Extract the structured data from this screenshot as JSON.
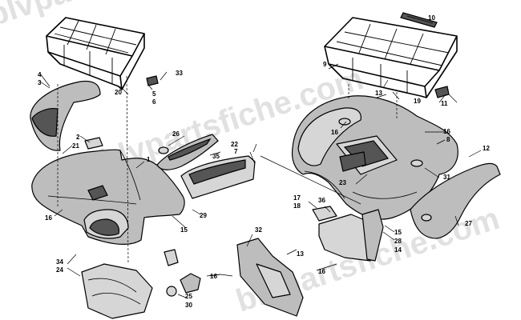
{
  "watermark": "blvpartsfiche.com",
  "callouts": [
    {
      "id": "c1",
      "text": "1"
    },
    {
      "id": "c2",
      "text": "2"
    },
    {
      "id": "c3",
      "text": "3"
    },
    {
      "id": "c4",
      "text": "4"
    },
    {
      "id": "c5",
      "text": "5"
    },
    {
      "id": "c6",
      "text": "6"
    },
    {
      "id": "c7",
      "text": "7"
    },
    {
      "id": "c8",
      "text": "8"
    },
    {
      "id": "c9",
      "text": "9"
    },
    {
      "id": "c10",
      "text": "10"
    },
    {
      "id": "c11",
      "text": "11"
    },
    {
      "id": "c12",
      "text": "12"
    },
    {
      "id": "c13",
      "text": "13"
    },
    {
      "id": "c14",
      "text": "14"
    },
    {
      "id": "c15",
      "text": "15"
    },
    {
      "id": "c16",
      "text": "16"
    },
    {
      "id": "c17",
      "text": "17"
    },
    {
      "id": "c18",
      "text": "18"
    },
    {
      "id": "c19",
      "text": "19"
    },
    {
      "id": "c20",
      "text": "20"
    },
    {
      "id": "c21",
      "text": "21"
    },
    {
      "id": "c22",
      "text": "22"
    },
    {
      "id": "c23",
      "text": "23"
    },
    {
      "id": "c24",
      "text": "24"
    },
    {
      "id": "c25",
      "text": "25"
    },
    {
      "id": "c26",
      "text": "26"
    },
    {
      "id": "c27",
      "text": "27"
    },
    {
      "id": "c28",
      "text": "28"
    },
    {
      "id": "c29",
      "text": "29"
    },
    {
      "id": "c30",
      "text": "30"
    },
    {
      "id": "c31",
      "text": "31"
    },
    {
      "id": "c32",
      "text": "32"
    },
    {
      "id": "c33",
      "text": "33"
    },
    {
      "id": "c34",
      "text": "34"
    },
    {
      "id": "c35",
      "text": "35"
    },
    {
      "id": "c36",
      "text": "36"
    }
  ]
}
